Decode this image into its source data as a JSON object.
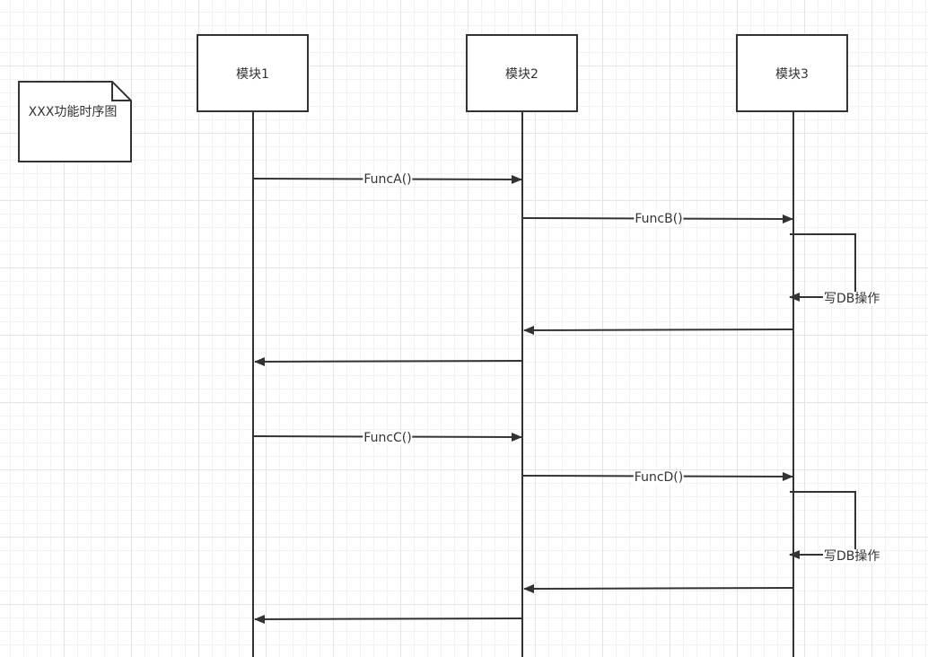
{
  "diagram": {
    "note": {
      "text": "XXX功能时序图"
    },
    "modules": [
      {
        "label": "模块1"
      },
      {
        "label": "模块2"
      },
      {
        "label": "模块3"
      }
    ],
    "messages": [
      {
        "label": "FuncA()"
      },
      {
        "label": "FuncB()"
      },
      {
        "label": "写DB操作"
      },
      {
        "label": ""
      },
      {
        "label": ""
      },
      {
        "label": "FuncC()"
      },
      {
        "label": "FuncD()"
      },
      {
        "label": "写DB操作"
      },
      {
        "label": ""
      },
      {
        "label": ""
      }
    ],
    "colors": {
      "line": "#333333",
      "grid": "#e4e4e4"
    }
  }
}
